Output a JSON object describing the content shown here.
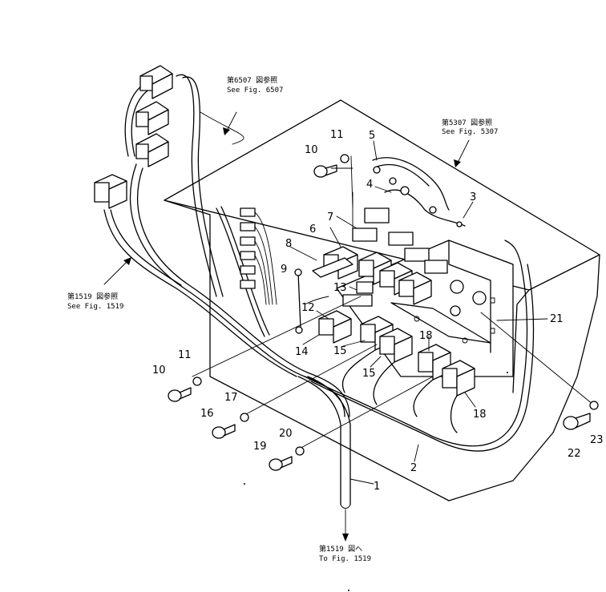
{
  "refs": {
    "fig6507_jp": "第6507 図参照",
    "fig6507_en": "See Fig. 6507",
    "fig5307_jp": "第5307 図参照",
    "fig5307_en": "See Fig. 5307",
    "fig1519_jp": "第1519 図参照",
    "fig1519_en": "See Fig. 1519",
    "to1519_jp": "第1519 図へ",
    "to1519_en": "To Fig. 1519"
  },
  "callouts": {
    "c1": "1",
    "c2": "2",
    "c3": "3",
    "c4": "4",
    "c5": "5",
    "c6": "6",
    "c7": "7",
    "c8": "8",
    "c9": "9",
    "c10a": "10",
    "c10b": "10",
    "c11a": "11",
    "c11b": "11",
    "c12": "12",
    "c13": "13",
    "c14": "14",
    "c15a": "15",
    "c15b": "15",
    "c16": "16",
    "c17": "17",
    "c18a": "18",
    "c18b": "18",
    "c19": "19",
    "c20": "20",
    "c21": "21",
    "c22": "22",
    "c23": "23"
  }
}
